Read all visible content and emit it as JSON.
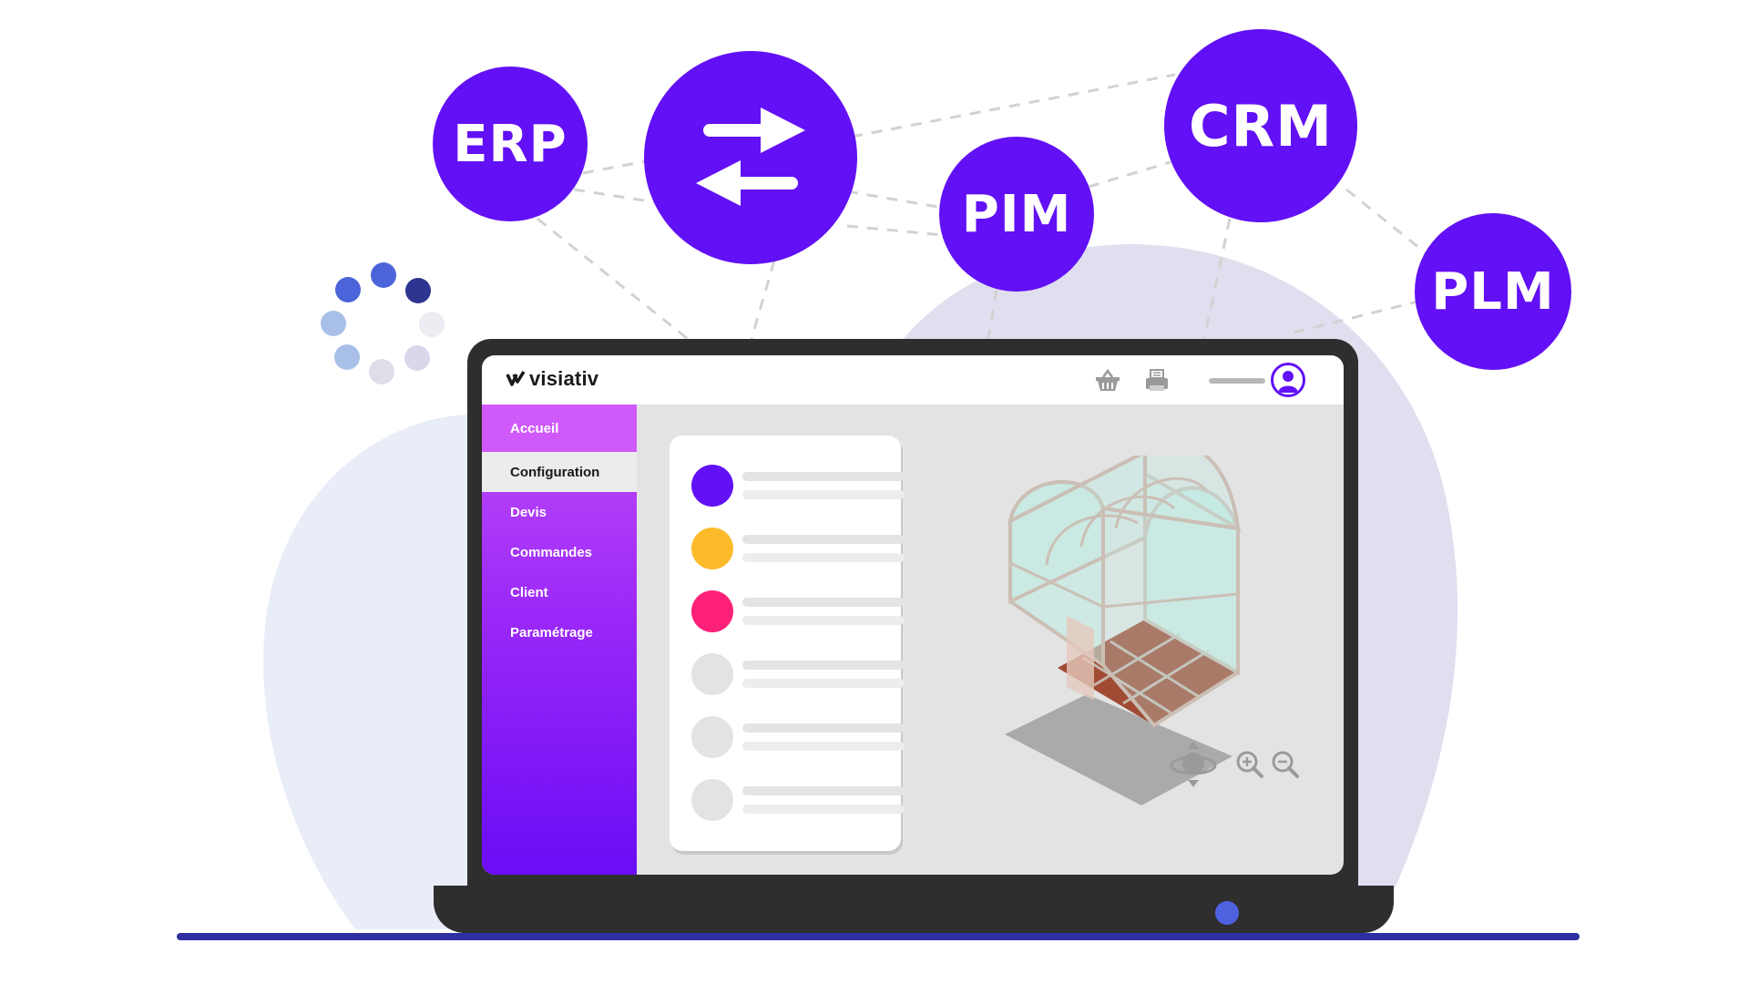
{
  "integrations": {
    "erp": "ERP",
    "pim": "PIM",
    "crm": "CRM",
    "plm": "PLM",
    "sync_icon": "sync-arrows-icon"
  },
  "brand": {
    "name": "visiativ",
    "accent": "#6210f5"
  },
  "header": {
    "icons": [
      "basket-icon",
      "printer-icon",
      "user-icon"
    ]
  },
  "sidebar": {
    "items": [
      {
        "label": "Accueil"
      },
      {
        "label": "Configuration",
        "active": true
      },
      {
        "label": "Devis"
      },
      {
        "label": "Commandes"
      },
      {
        "label": "Client"
      },
      {
        "label": "Paramétrage"
      }
    ]
  },
  "options": {
    "colors": [
      "#6210f5",
      "#fcba2b",
      "#fc2078",
      "#e3e3e3",
      "#e3e3e3",
      "#e3e3e3"
    ]
  },
  "viewer": {
    "model": "greenhouse",
    "tools": [
      "orbit-icon",
      "zoom-in-icon",
      "zoom-out-icon"
    ]
  }
}
